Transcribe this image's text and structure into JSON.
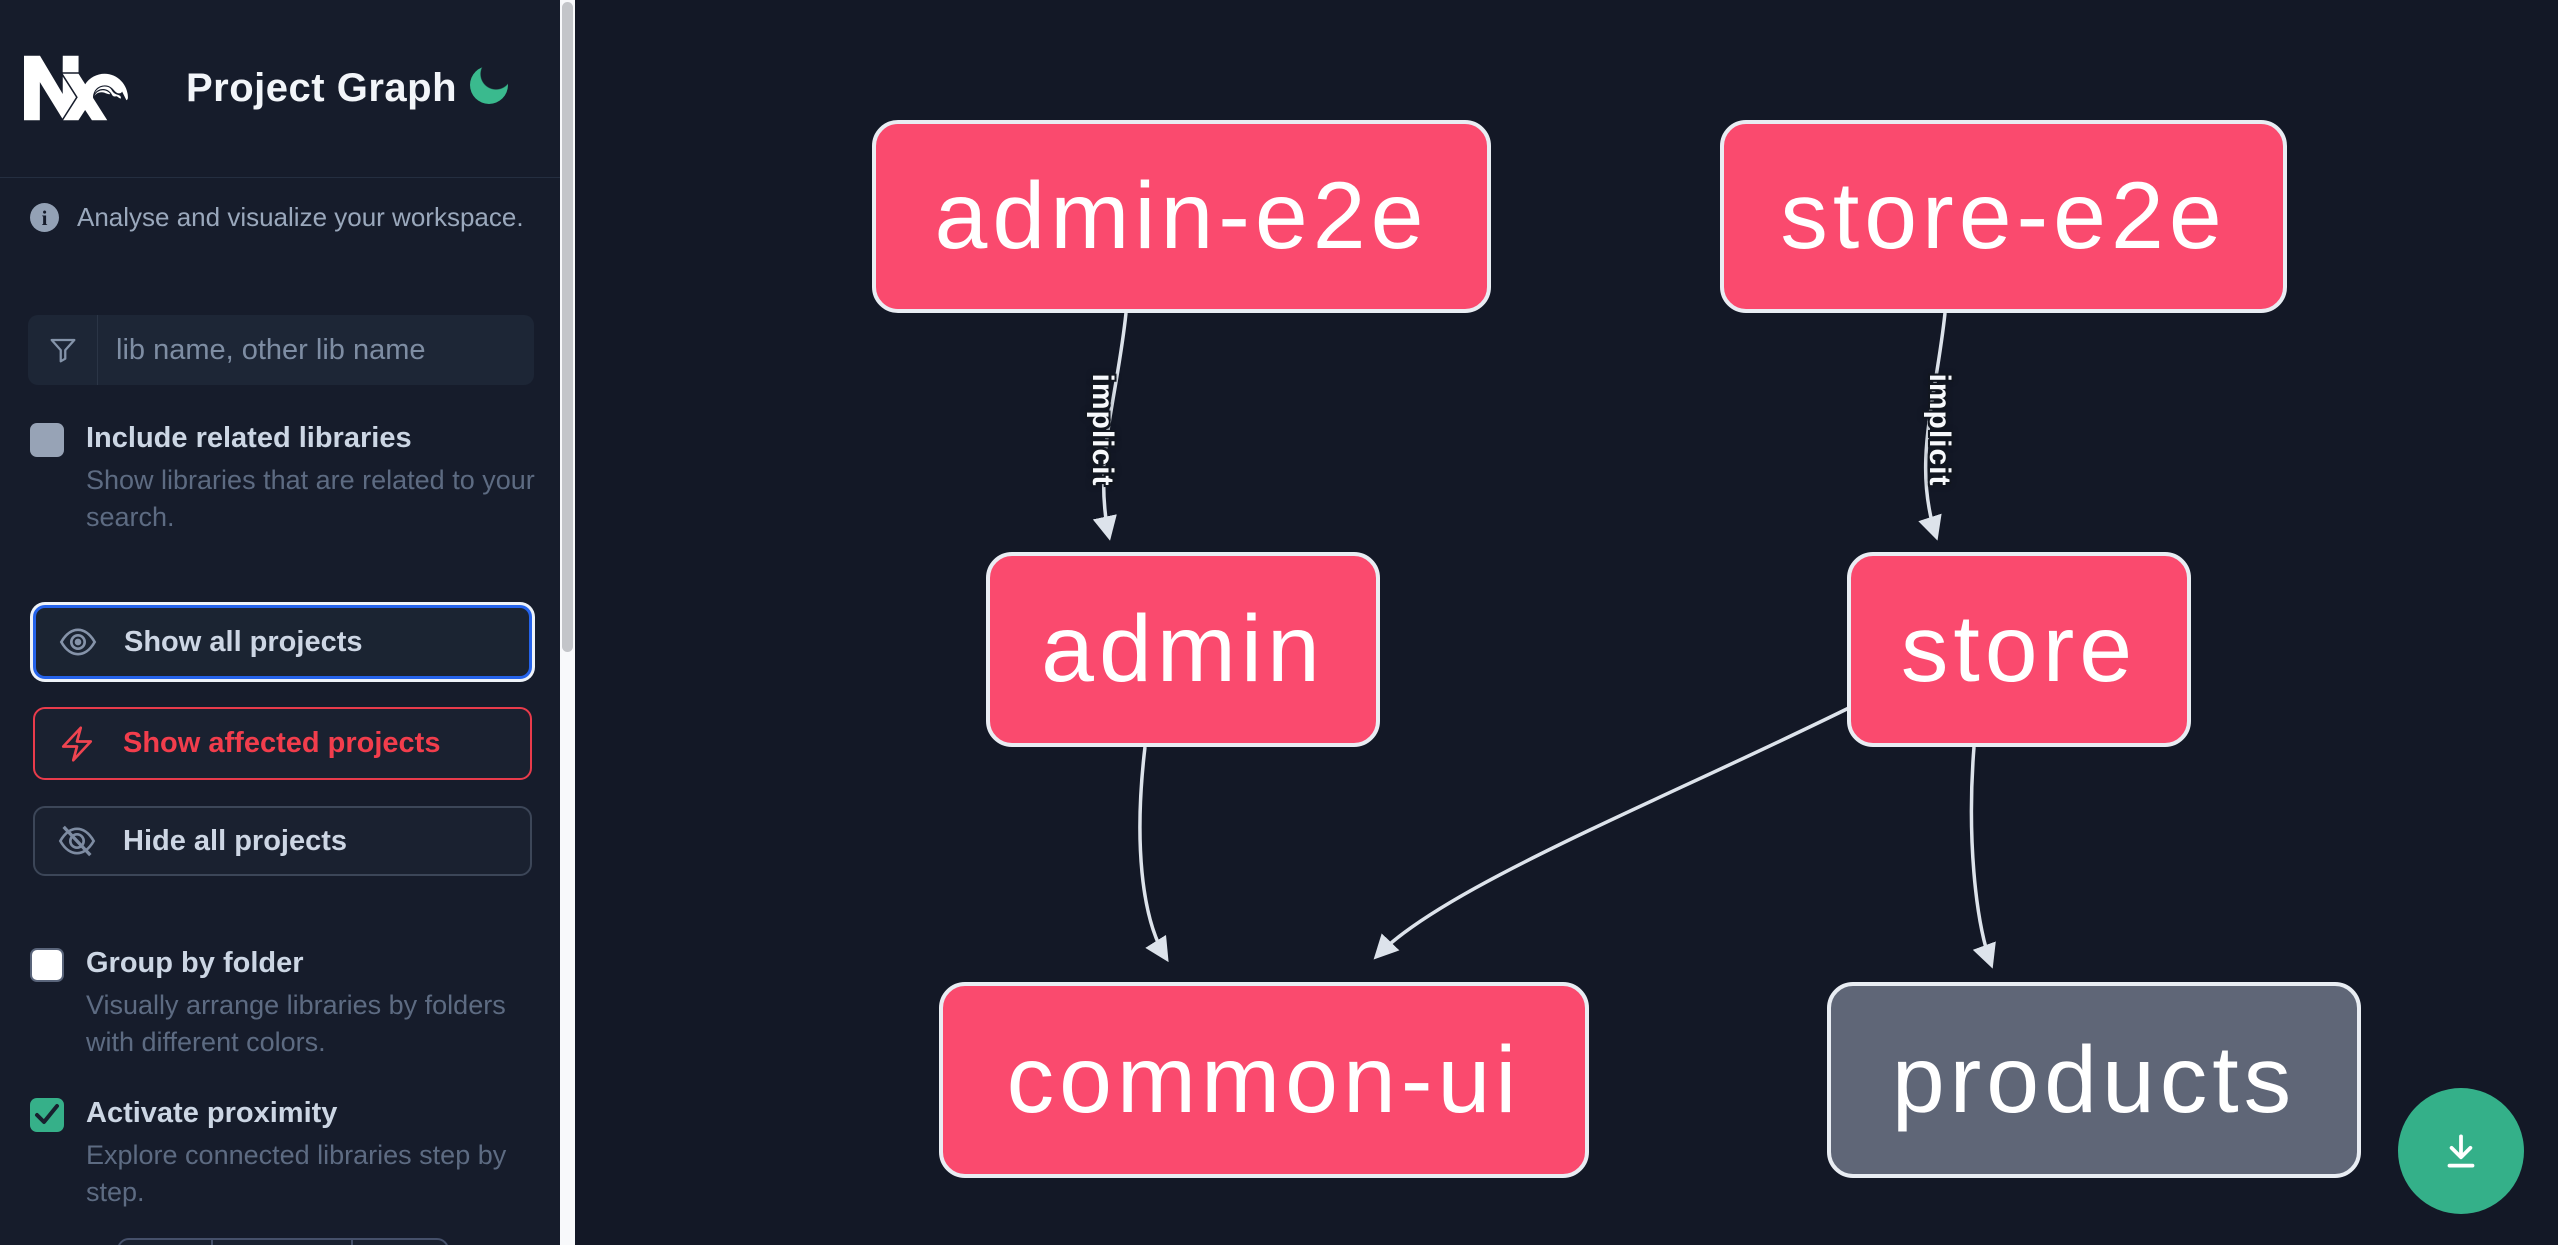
{
  "app": {
    "title": "Project Graph"
  },
  "colors": {
    "affected_node": "#fa4a6e",
    "unaffected_node": "#5f6677",
    "node_border": "#e9edf3",
    "edge": "#dde3eb",
    "accent_blue": "#2563eb",
    "affected_red": "#ef4450",
    "green": "#34b089",
    "sidebar_bg": "#161c2b",
    "canvas_bg": "#131826"
  },
  "sidebar": {
    "tagline": "Analyse and visualize your workspace.",
    "search": {
      "placeholder": "lib name, other lib name",
      "value": "",
      "icon": "funnel-icon"
    },
    "actions": [
      {
        "label": "Show all projects",
        "icon": "eye-icon",
        "state": "focused"
      },
      {
        "label": "Show affected projects",
        "icon": "bolt-icon",
        "state": "affected"
      },
      {
        "label": "Hide all projects",
        "icon": "eye-off-icon",
        "state": "default"
      }
    ],
    "toggles": [
      {
        "label": "Include related libraries",
        "description": "Show libraries that are related to your search.",
        "checked": false
      },
      {
        "label": "Group by folder",
        "description": "Visually arrange libraries by folders with different colors.",
        "checked": false
      },
      {
        "label": "Activate proximity",
        "description": "Explore connected libraries step by step.",
        "checked": true
      }
    ]
  },
  "graph": {
    "nodes": [
      {
        "id": "admin-e2e",
        "label": "admin-e2e",
        "affected": true
      },
      {
        "id": "store-e2e",
        "label": "store-e2e",
        "affected": true
      },
      {
        "id": "admin",
        "label": "admin",
        "affected": true
      },
      {
        "id": "store",
        "label": "store",
        "affected": true
      },
      {
        "id": "common-ui",
        "label": "common-ui",
        "affected": true
      },
      {
        "id": "products",
        "label": "products",
        "affected": false
      }
    ],
    "edges": [
      {
        "source": "admin-e2e",
        "target": "admin",
        "label": "implicit"
      },
      {
        "source": "store-e2e",
        "target": "store",
        "label": "implicit"
      },
      {
        "source": "admin",
        "target": "common-ui",
        "label": ""
      },
      {
        "source": "store",
        "target": "common-ui",
        "label": ""
      },
      {
        "source": "store",
        "target": "products",
        "label": ""
      }
    ]
  },
  "download": {
    "icon": "download-icon"
  }
}
